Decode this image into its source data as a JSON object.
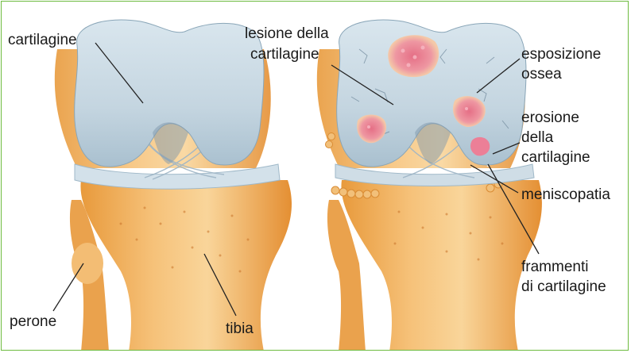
{
  "labels": {
    "cartilagine": "cartilagine",
    "lesione_line1": "lesione della",
    "lesione_line2": "cartilagine",
    "esposizione_line1": "esposizione",
    "esposizione_line2": "ossea",
    "erosione_line1": "erosione",
    "erosione_line2": "della",
    "erosione_line3": "cartilagine",
    "meniscopatia": "meniscopatia",
    "frammenti_line1": "frammenti",
    "frammenti_line2": "di cartilagine",
    "perone": "perone",
    "tibia": "tibia"
  },
  "colors": {
    "border": "#6dbb3f",
    "bone": "#f2b15a",
    "cartilage": "#c9d8e2",
    "lesion": "#e8788a"
  }
}
